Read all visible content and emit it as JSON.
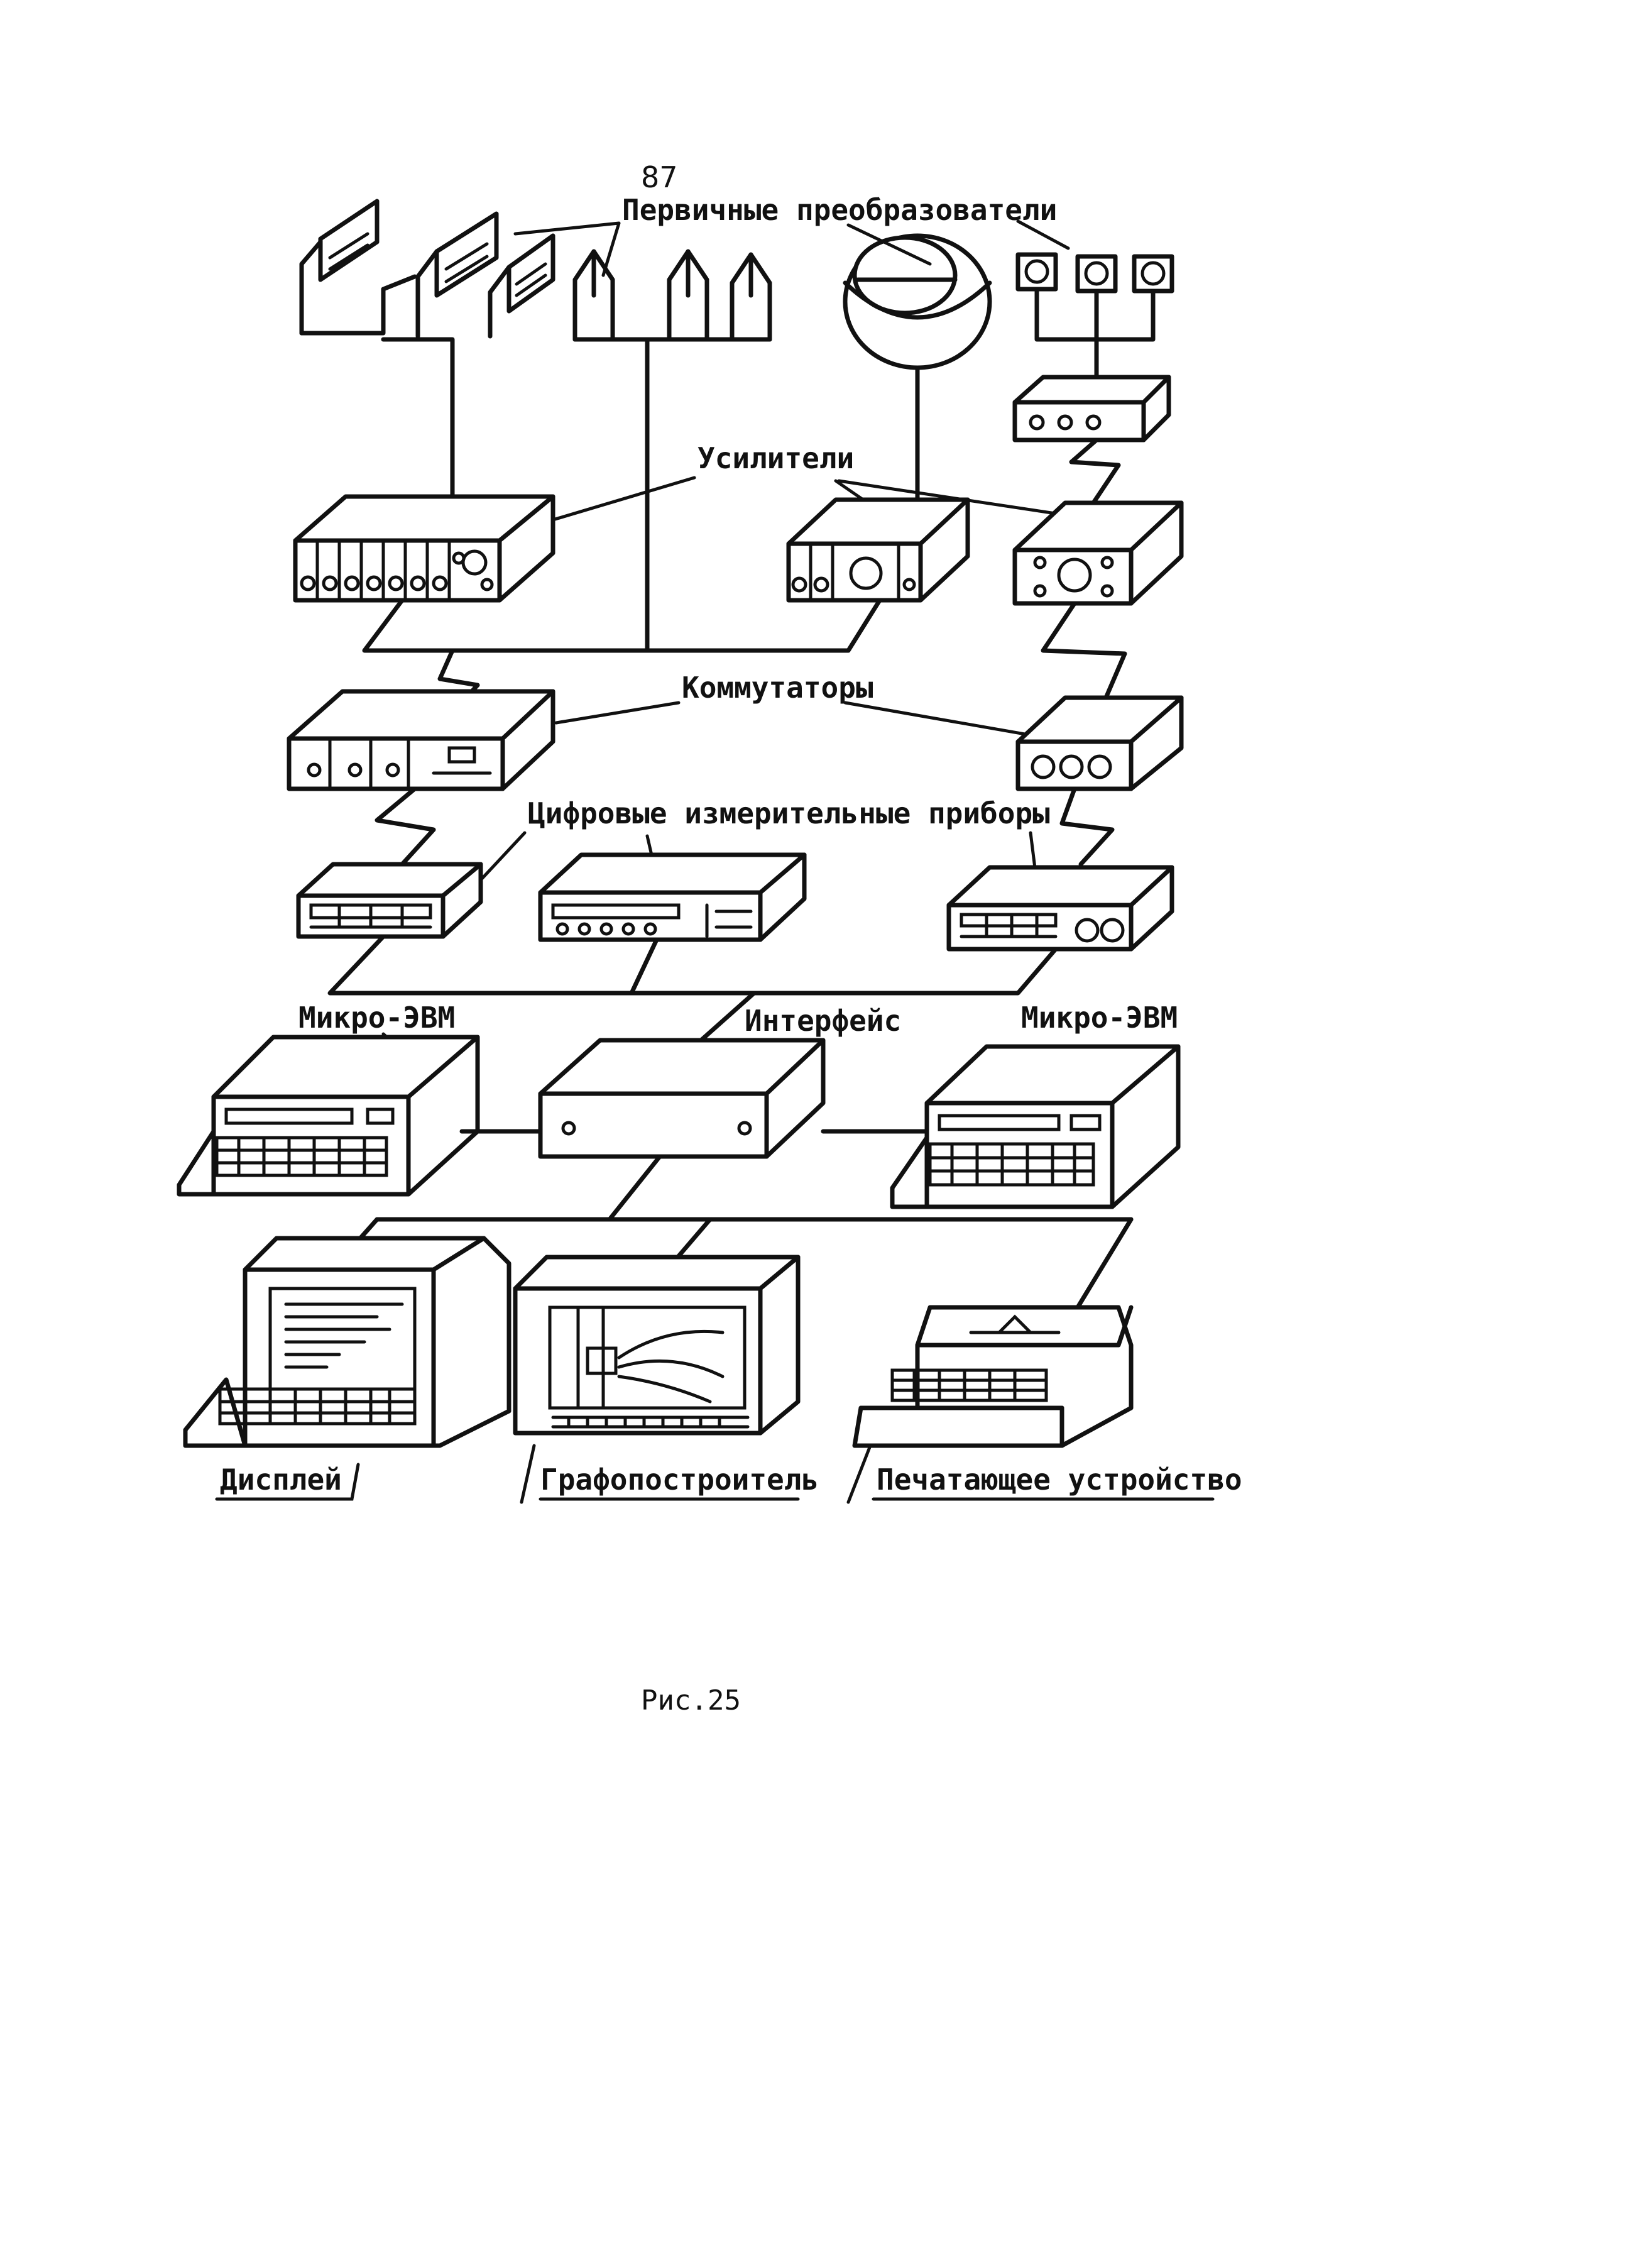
{
  "page_number": "87",
  "labels": {
    "sensors": "Первичные преобразователи",
    "amplifiers": "Усилители",
    "switches": "Коммутаторы",
    "meters": "Цифровые измерительные приборы",
    "micro_left": "Микро-ЭВМ",
    "interface": "Интерфейс",
    "micro_right": "Микро-ЭВМ",
    "display": "Дисплей",
    "plotter": "Графопостроитель",
    "printer": "Печатающее устройство"
  },
  "caption": "Рис.25"
}
